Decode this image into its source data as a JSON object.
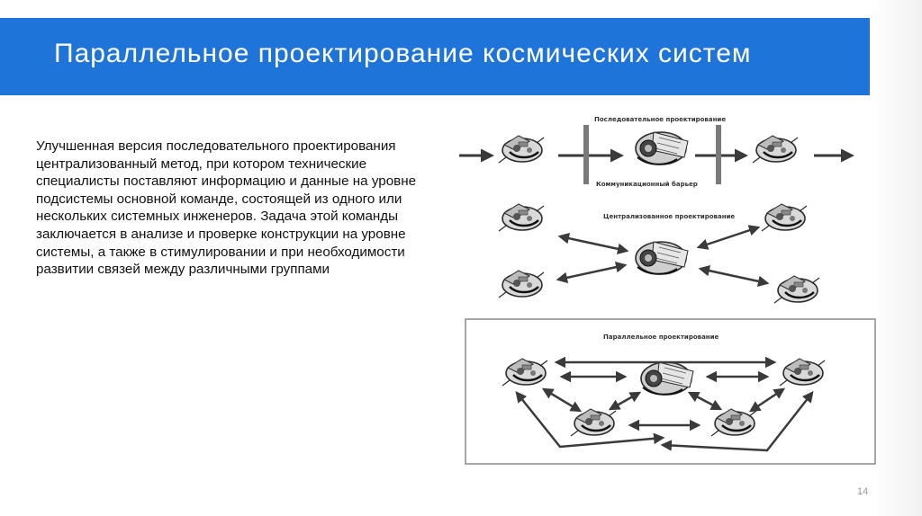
{
  "slide": {
    "title": "Параллельное проектирование космических систем",
    "body": "Улучшенная версия последовательного проектирования централизованный метод, при котором технические специалисты поставляют информацию и данные на уровне подсистемы основной команде, состоящей из одного или нескольких системных инженеров. Задача этой команды заключается в анализе и проверке конструкции на уровне системы, а также в стимулировании и при необходимости развитии связей между различными группами",
    "page_number": "14"
  },
  "diagram": {
    "sequential": {
      "title": "Последовательное проектирование",
      "barrier_label": "Коммуникационный барьер"
    },
    "centralized": {
      "title": "Централизованное проектирование"
    },
    "parallel": {
      "title": "Параллельное проектирование"
    }
  },
  "colors": {
    "title_bar": "#1f74d9",
    "arrow": "#3a3a3a",
    "barrier": "#7a7a7a"
  },
  "icons": [
    "satellite-drawing-icon",
    "arrow-icon",
    "barrier-post-icon"
  ]
}
